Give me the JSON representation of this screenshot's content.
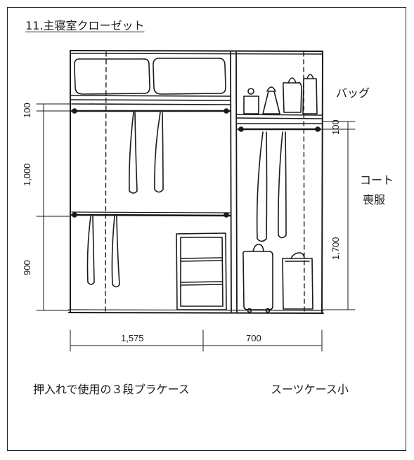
{
  "title": "11.主寝室クローゼット",
  "labels": {
    "bag": "バッグ",
    "coat": "コート",
    "mourning": "喪服"
  },
  "dimensions": {
    "left_top": "100",
    "left_mid": "1,000",
    "left_bottom": "900",
    "right_top": "100",
    "right_main": "1,700",
    "width_left": "1,575",
    "width_right": "700"
  },
  "notes": {
    "case": "押入れで使用の３段プラケース",
    "suitcase": "スーツケース小"
  },
  "colors": {
    "line": "#1a1a1a",
    "background": "#ffffff"
  }
}
